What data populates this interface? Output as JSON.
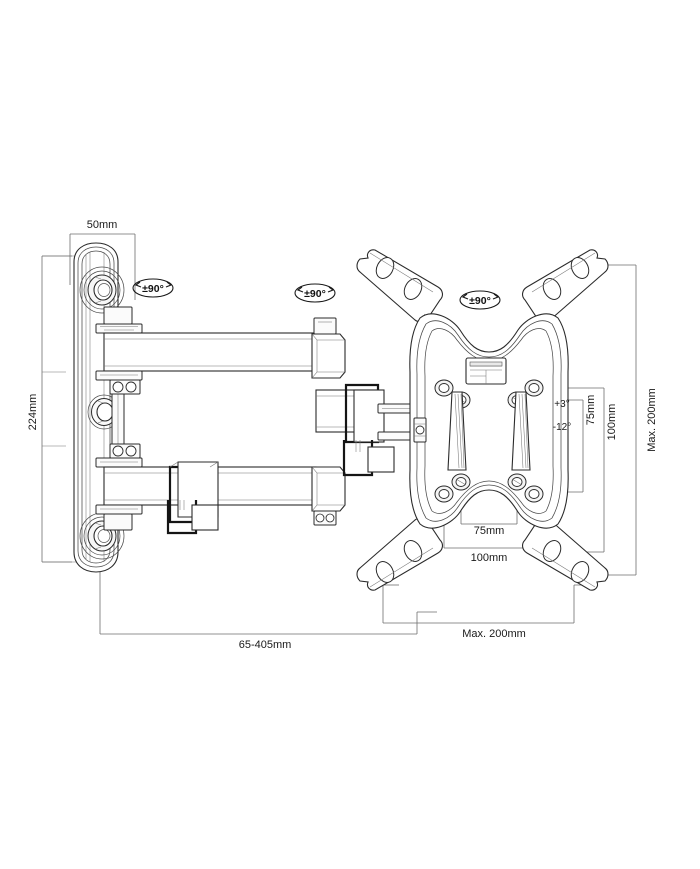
{
  "drawing": {
    "title": "TV Wall Mount Bracket Technical Dimension Drawing",
    "type": "technical-line-drawing",
    "background_color": "#ffffff",
    "line_color": "#2b2b2b",
    "dimension_line_color": "#6e6e6e",
    "text_color": "#1a1a1a"
  },
  "dimensions": {
    "wall_plate_width": "50mm",
    "wall_plate_height": "224mm",
    "extension_range": "65-405mm",
    "vesa_max_width": "Max. 200mm",
    "vesa_max_height": "Max. 200mm",
    "vesa_inner_width": "75mm",
    "vesa_outer_width": "100mm",
    "vesa_inner_height": "75mm",
    "vesa_outer_height": "100mm"
  },
  "annotations": {
    "swivel_joint_1": "±90°",
    "swivel_joint_2": "±90°",
    "swivel_joint_3": "±90°",
    "tilt_up": "+3°",
    "tilt_down": "-12°"
  },
  "labels": {
    "wall_plate_width_label": "50mm",
    "wall_plate_height_label": "224mm",
    "extension_label": "65-405mm",
    "vesa_width_max_label": "Max. 200mm",
    "vesa_height_max_label": "Max. 200mm",
    "vesa_75_horizontal": "75mm",
    "vesa_100_horizontal": "100mm",
    "vesa_75_vertical": "75mm",
    "vesa_100_vertical": "100mm",
    "tilt_positive": "+3°",
    "tilt_negative": "-12°",
    "rotation_a": "±90°",
    "rotation_b": "±90°",
    "rotation_c": "±90°"
  },
  "components": {
    "wall_plate": "wall-mounting-plate",
    "upper_arm": "upper-articulating-arm",
    "lower_arm": "lower-articulating-arm",
    "mid_joint": "mid-articulation-joint",
    "vesa_plate": "vesa-display-mounting-plate",
    "vesa_arms": "vesa-adapter-arms"
  }
}
